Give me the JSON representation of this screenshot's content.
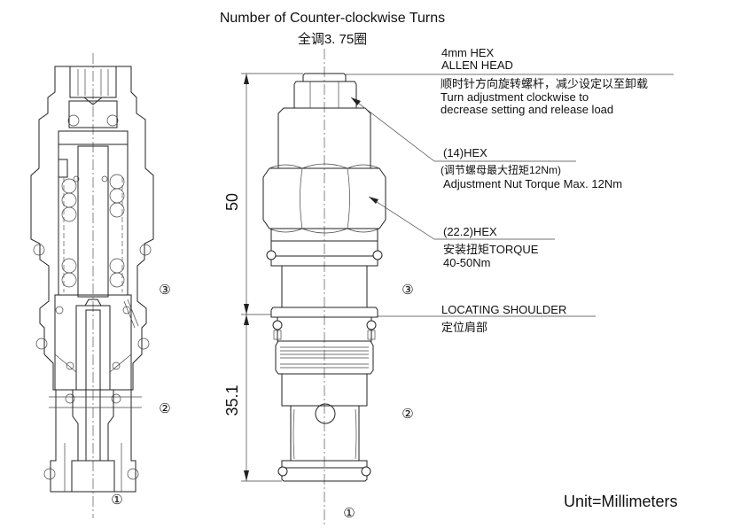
{
  "title": "Number of Counter-clockwise Turns",
  "subtitle": "全调3. 75圈",
  "callouts": {
    "allen_line1": "4mm HEX",
    "allen_line2": "ALLEN HEAD",
    "turn_cn": "顺时针方向旋转螺杆，减少设定以至卸载",
    "turn_en1": "Turn adjustment clockwise to",
    "turn_en2": "decrease setting and release load",
    "hex14": "(14)HEX",
    "hex14_cn": "(调节螺母最大扭矩12Nm)",
    "hex14_en": "Adjustment Nut Torque Max. 12Nm",
    "hex22": "(22.2)HEX",
    "hex22_cn": "安装扭矩TORQUE",
    "hex22_val": "40-50Nm",
    "shoulder_en": "LOCATING SHOULDER",
    "shoulder_cn": "定位肩部"
  },
  "dimensions": {
    "upper": "50",
    "lower": "35.1"
  },
  "ports": {
    "p1": "①",
    "p2": "②",
    "p3": "③"
  },
  "unit": "Unit=Millimeters"
}
